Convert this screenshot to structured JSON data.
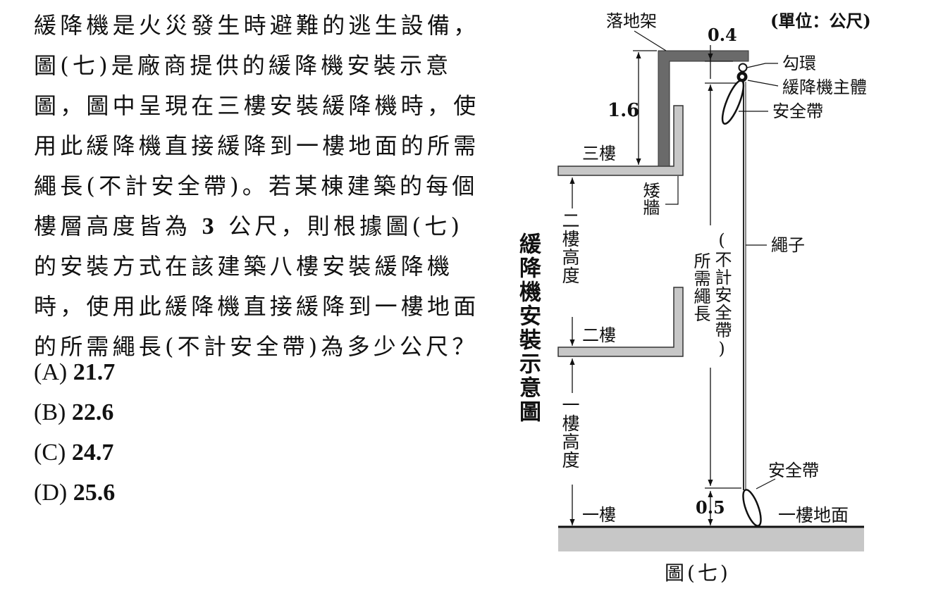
{
  "question": {
    "lines": [
      "緩降機是火災發生時避難的逃生設備，",
      "圖(七)是廠商提供的緩降機安裝示意",
      "圖，圖中呈現在三樓安裝緩降機時，使",
      "用此緩降機直接緩降到一樓地面的所需",
      "繩長(不計安全帶)。若某棟建築的每個"
    ],
    "line6_pre": "樓層高度皆為",
    "line6_num": "3",
    "line6_post": "公尺，則根據圖(七)",
    "lines_after": [
      "的安裝方式在該建築八樓安裝緩降機",
      "時，使用此緩降機直接緩降到一樓地面",
      "的所需繩長(不計安全帶)為多少公尺？"
    ]
  },
  "options": [
    {
      "label": "(A)",
      "value": "21.7"
    },
    {
      "label": "(B)",
      "value": "22.6"
    },
    {
      "label": "(C)",
      "value": "24.7"
    },
    {
      "label": "(D)",
      "value": "25.6"
    }
  ],
  "figure": {
    "title_vertical": "緩降機安裝示意圖",
    "unit": "(單位：公尺)",
    "labels": {
      "mount": "落地架",
      "hook": "勾環",
      "body": "緩降機主體",
      "belt_top": "安全帶",
      "rope": "繩子",
      "belt_bottom": "安全帶",
      "ground": "一樓地面",
      "floor3": "三樓",
      "floor2": "二樓",
      "floor1": "一樓",
      "low_wall": "矮牆",
      "height2": "二樓高度",
      "height1": "一樓高度",
      "rope_len_a": "所需繩長",
      "rope_len_b": "(不計安全帶)"
    },
    "dims": {
      "top": "0.4",
      "left": "1.6",
      "bottom": "0.5"
    },
    "caption": "圖(七)"
  }
}
